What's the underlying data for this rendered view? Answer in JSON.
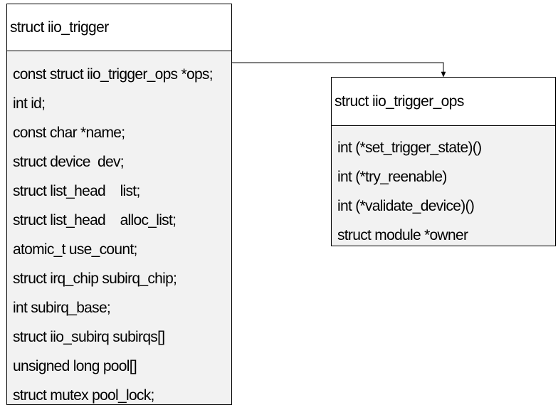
{
  "diagram": {
    "trigger_struct": {
      "title": "struct iio_trigger",
      "fields": [
        "const struct iio_trigger_ops *ops;",
        "int id;",
        "const char *name;",
        "struct device  dev;",
        "struct list_head    list;",
        "struct list_head    alloc_list;",
        "atomic_t use_count;",
        "struct irq_chip subirq_chip;",
        "int subirq_base;",
        "struct iio_subirq subirqs[]",
        "unsigned long pool[]",
        "struct mutex pool_lock;"
      ]
    },
    "ops_struct": {
      "title": "struct iio_trigger_ops",
      "fields": [
        "int (*set_trigger_state)()",
        "int (*try_reenable)",
        "int (*validate_device)()",
        "struct module *owner"
      ]
    },
    "colors": {
      "box_fill": "#f2f2f2",
      "header_fill": "#ffffff",
      "stroke": "#000000"
    }
  }
}
